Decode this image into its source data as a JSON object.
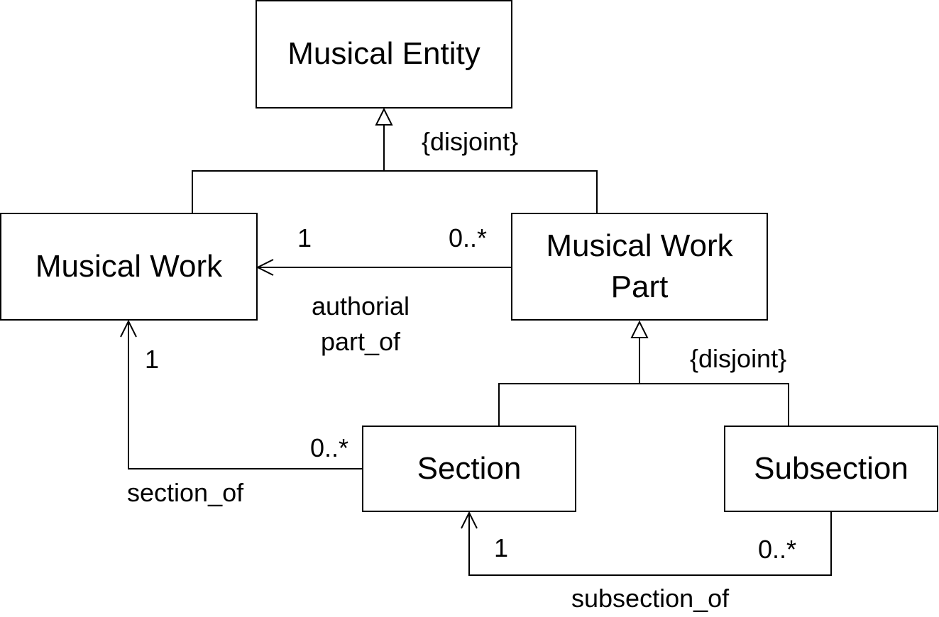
{
  "classes": {
    "musical_entity": "Musical Entity",
    "musical_work": "Musical Work",
    "musical_work_part": [
      "Musical Work",
      "Part"
    ],
    "section": "Section",
    "subsection": "Subsection"
  },
  "constraints": {
    "top_disjoint": "{disjoint}",
    "bottom_disjoint": "{disjoint}"
  },
  "associations": {
    "authorial_part_of": {
      "name": [
        "authorial",
        "part_of"
      ],
      "target_multiplicity": "1",
      "source_multiplicity": "0..*"
    },
    "section_of": {
      "name": "section_of",
      "target_multiplicity": "1",
      "source_multiplicity": "0..*"
    },
    "subsection_of": {
      "name": "subsection_of",
      "target_multiplicity": "1",
      "source_multiplicity": "0..*"
    }
  }
}
